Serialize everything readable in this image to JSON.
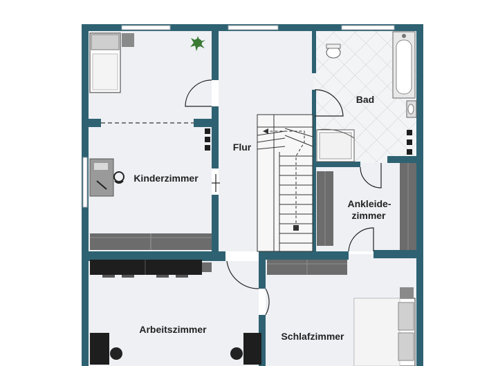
{
  "colors": {
    "wall": "#2e6272",
    "floor": "#eef0f4",
    "bath_floor": "#f3f4f6",
    "furniture_dark": "#6c6c6c",
    "furniture_black": "#1e1e1e",
    "label": "#222222"
  },
  "rooms": {
    "kinderzimmer": "Kinderzimmer",
    "flur": "Flur",
    "bad": "Bad",
    "ankleide_line1": "Ankleide-",
    "ankleide_line2": "zimmer",
    "arbeitszimmer": "Arbeitszimmer",
    "schlafzimmer": "Schlafzimmer"
  },
  "icons": [
    "bed-icon",
    "plant-icon",
    "desk-chair-icon",
    "toilet-icon",
    "bathtub-icon",
    "sink-icon",
    "shower-icon",
    "staircase-icon",
    "double-bed-icon",
    "wardrobe-icon"
  ]
}
